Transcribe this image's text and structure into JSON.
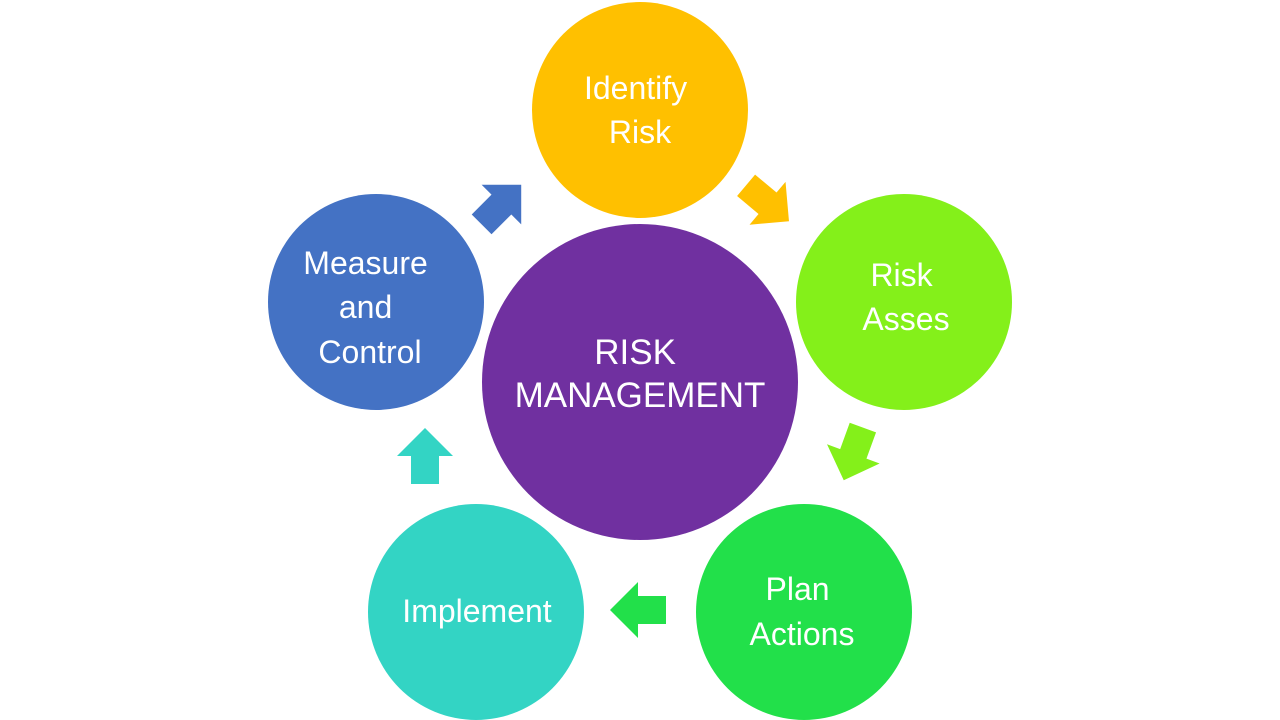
{
  "center": {
    "lines": [
      "RISK",
      "MANAGEMENT"
    ],
    "color": "#7030A0"
  },
  "steps": [
    {
      "id": "identify-risk",
      "lines": [
        "Identify",
        "Risk"
      ],
      "color": "#FFC000"
    },
    {
      "id": "risk-asses",
      "lines": [
        "Risk",
        "Asses"
      ],
      "color": "#84F01A"
    },
    {
      "id": "plan-actions",
      "lines": [
        "Plan",
        "Actions"
      ],
      "color": "#22E04A"
    },
    {
      "id": "implement",
      "lines": [
        "Implement"
      ],
      "color": "#33D4C4"
    },
    {
      "id": "measure-and-control",
      "lines": [
        "Measure",
        "and",
        "Control"
      ],
      "color": "#4472C4"
    }
  ],
  "arrows": [
    {
      "from": "identify-risk",
      "to": "risk-asses",
      "color": "#FFC000",
      "icon": "arrow-icon"
    },
    {
      "from": "risk-asses",
      "to": "plan-actions",
      "color": "#84F01A",
      "icon": "arrow-icon"
    },
    {
      "from": "plan-actions",
      "to": "implement",
      "color": "#22E04A",
      "icon": "arrow-icon"
    },
    {
      "from": "implement",
      "to": "measure-and-control",
      "color": "#33D4C4",
      "icon": "arrow-icon"
    },
    {
      "from": "measure-and-control",
      "to": "identify-risk",
      "color": "#4472C4",
      "icon": "arrow-icon"
    }
  ]
}
